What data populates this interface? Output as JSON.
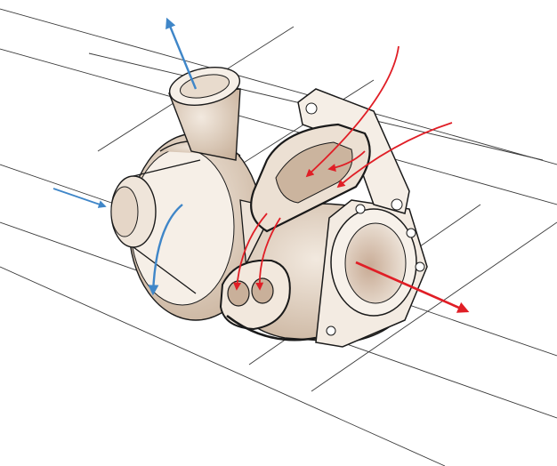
{
  "diagram": {
    "subject": "turbocharger",
    "colors": {
      "background": "#ffffff",
      "outline": "#1a1a1a",
      "construction_line": "#3a3a3a",
      "body_shade": "#d8c7b6",
      "body_shade_dark": "#b7a08a",
      "cold_air": "#3f86c8",
      "hot_exhaust": "#e01e26"
    },
    "flows": [
      {
        "name": "compressor-inlet",
        "kind": "cold",
        "icon": "blue-arrow"
      },
      {
        "name": "compressor-outlet",
        "kind": "cold",
        "icon": "blue-arrow"
      },
      {
        "name": "compressor-swirl",
        "kind": "cold",
        "icon": "blue-arrow"
      },
      {
        "name": "exhaust-inlet",
        "kind": "hot",
        "icon": "red-arrow"
      },
      {
        "name": "turbine-outlet",
        "kind": "hot",
        "icon": "red-arrow"
      }
    ]
  }
}
